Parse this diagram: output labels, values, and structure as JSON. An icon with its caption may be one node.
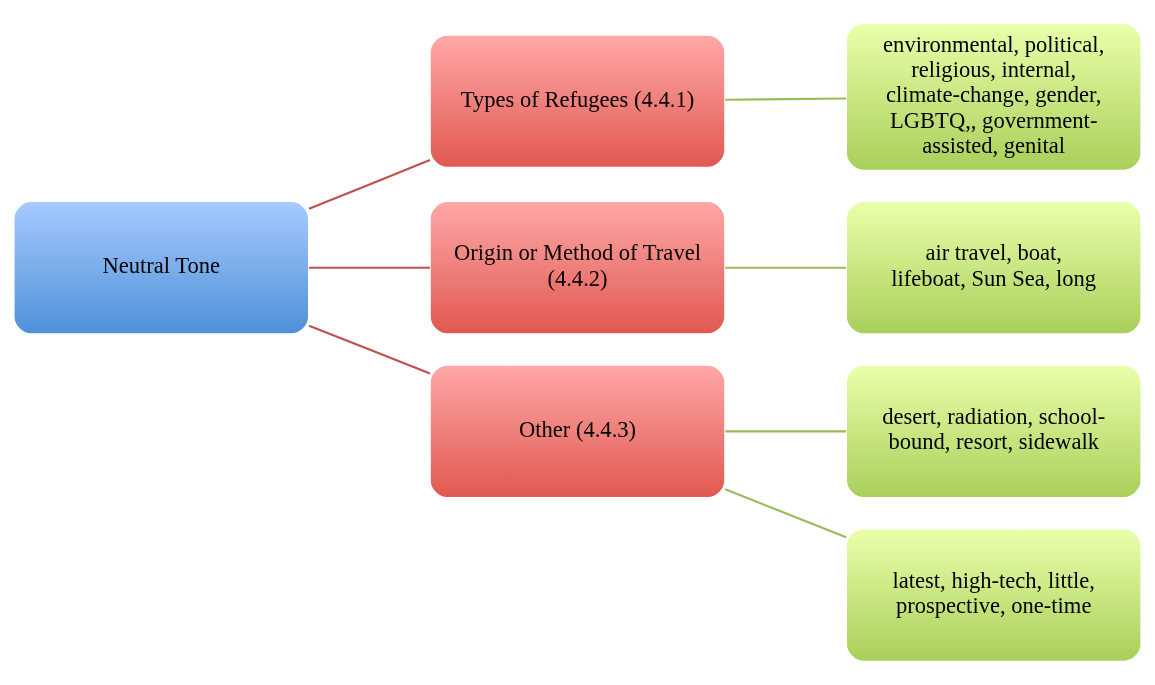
{
  "diagram": {
    "nodes": [
      {
        "text": [
          "Neutral Tone"
        ]
      },
      {
        "text": [
          "Types of Refugees (4.4.1)"
        ]
      },
      {
        "text": [
          "environmental, political, religious, internal, climate-change, gender, LGBTQ,, government-assisted, genital"
        ]
      },
      {
        "text": [
          "Origin or Method of Travel (4.4.2)"
        ]
      },
      {
        "text": [
          "air travel, boat, lifeboat, Sun Sea, long"
        ]
      },
      {
        "text": [
          "Other (4.4.3)"
        ]
      },
      {
        "text": [
          "desert, radiation, school-bound, resort, sidewalk"
        ]
      },
      {
        "text": [
          "latest, high-tech, little, prospective, one-time"
        ]
      }
    ],
    "edges": [
      {
        "from": 0,
        "to": 1,
        "arrow": "none",
        "color": "#c0504d"
      },
      {
        "from": 0,
        "to": 3,
        "arrow": "none",
        "color": "#c0504d"
      },
      {
        "from": 0,
        "to": 5,
        "arrow": "none",
        "color": "#c0504d"
      },
      {
        "from": 1,
        "to": 2,
        "arrow": "none"
      },
      {
        "from": 3,
        "to": 4,
        "arrow": "none"
      },
      {
        "from": 5,
        "to": 6,
        "arrow": "none"
      },
      {
        "from": 5,
        "to": 7,
        "arrow": "none"
      }
    ]
  }
}
